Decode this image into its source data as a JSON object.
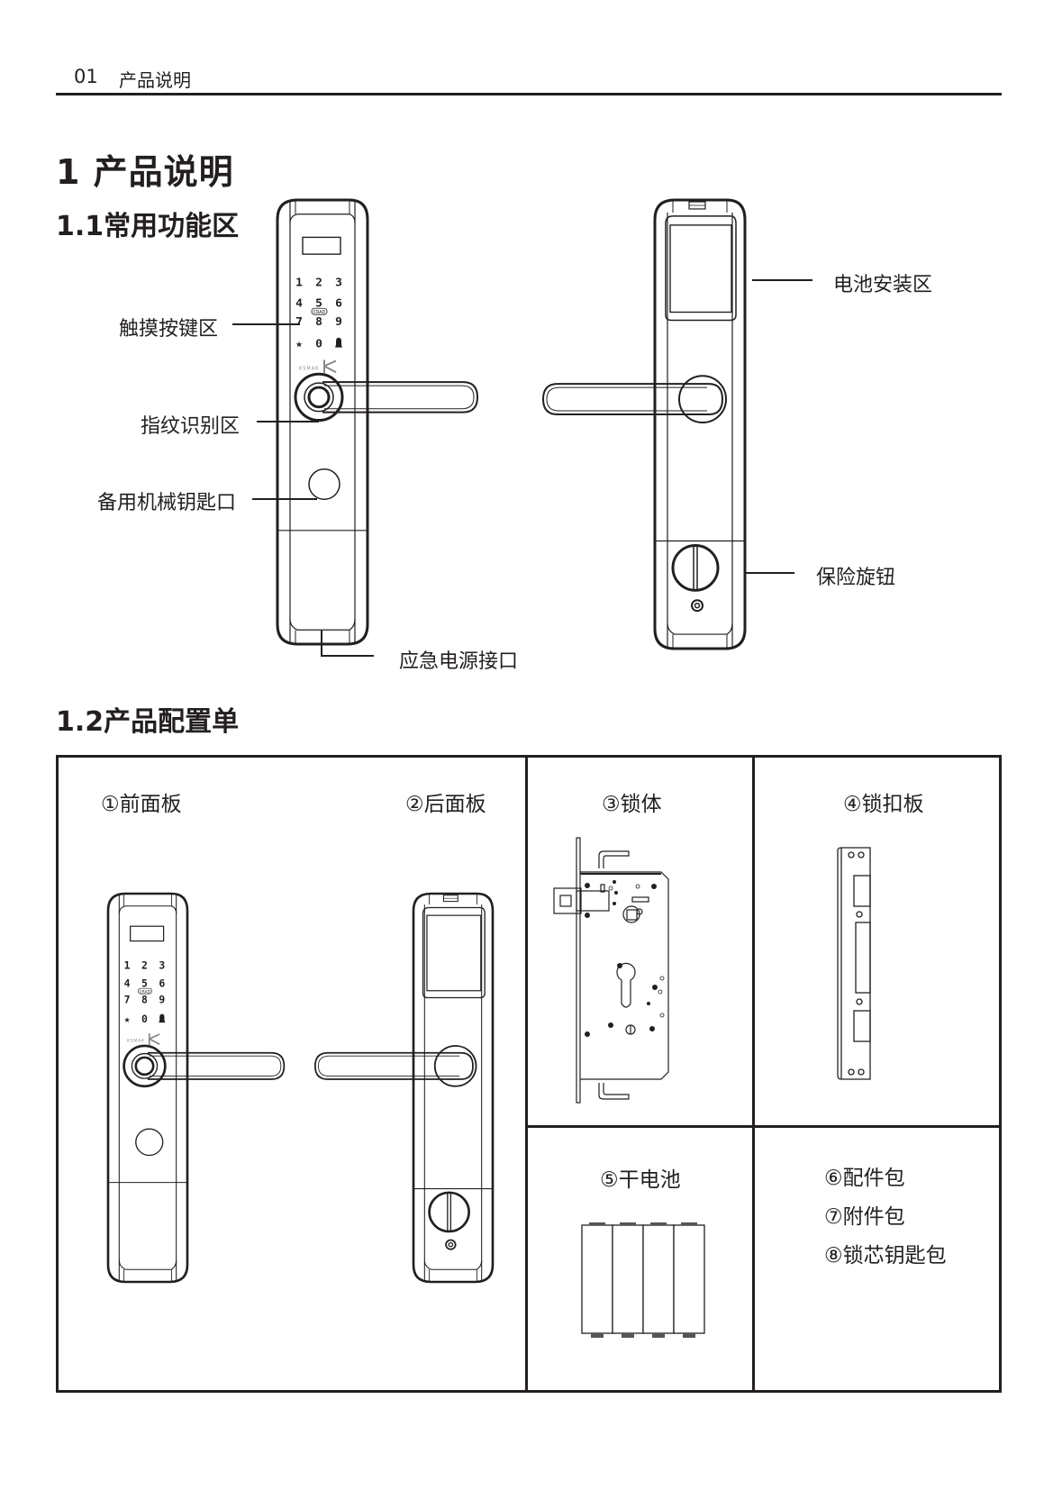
{
  "header": {
    "page_number": "01",
    "section_title": "产品说明"
  },
  "heading_main": "1 产品说明",
  "section_1_1": {
    "title": "1.1常用功能区",
    "callouts": {
      "touch_keypad": "触摸按键区",
      "fingerprint": "指纹识别区",
      "backup_keyhole": "备用机械钥匙口",
      "emergency_power": "应急电源接口",
      "battery_area": "电池安装区",
      "safety_knob": "保险旋钮"
    },
    "keypad": {
      "keys": [
        "1",
        "2",
        "3",
        "4",
        "5",
        "6",
        "7",
        "8",
        "9",
        "★",
        "0",
        "🔔"
      ],
      "card_label": "CRAD",
      "brand": "KSMAK"
    }
  },
  "section_1_2": {
    "title": "1.2产品配置单",
    "items": [
      {
        "num": "①",
        "name": "前面板"
      },
      {
        "num": "②",
        "name": "后面板"
      },
      {
        "num": "③",
        "name": "锁体"
      },
      {
        "num": "④",
        "name": "锁扣板"
      },
      {
        "num": "⑤",
        "name": "干电池"
      },
      {
        "num": "⑥",
        "name": "配件包"
      },
      {
        "num": "⑦",
        "name": "附件包"
      },
      {
        "num": "⑧",
        "name": "锁芯钥匙包"
      }
    ]
  }
}
